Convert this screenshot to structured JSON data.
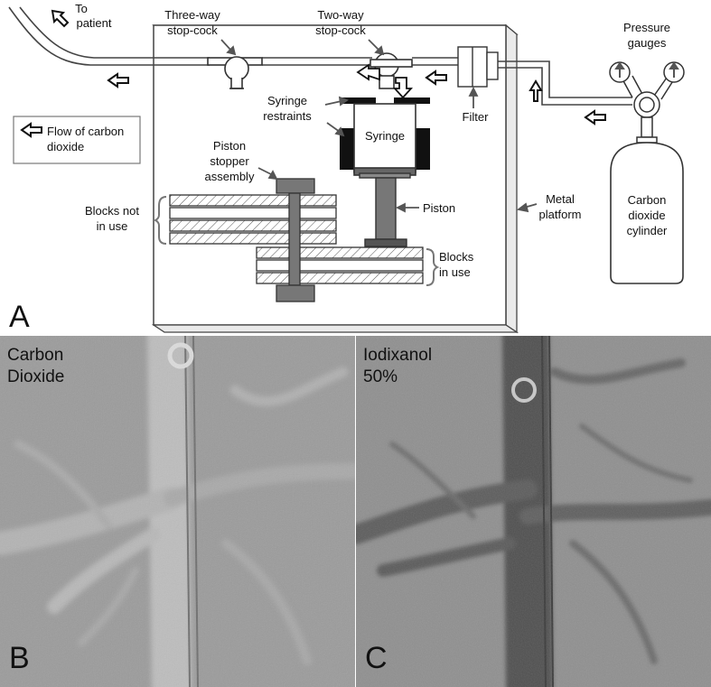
{
  "panel_a": {
    "letter": "A",
    "labels": {
      "to_patient_1": "To",
      "to_patient_2": "patient",
      "three_way_1": "Three-way",
      "three_way_2": "stop-cock",
      "two_way_1": "Two-way",
      "two_way_2": "stop-cock",
      "pressure_1": "Pressure",
      "pressure_2": "gauges",
      "flow_1": "Flow of carbon",
      "flow_2": "dioxide",
      "syringe_restraints_1": "Syringe",
      "syringe_restraints_2": "restraints",
      "syringe": "Syringe",
      "filter": "Filter",
      "piston_stopper_1": "Piston",
      "piston_stopper_2": "stopper",
      "piston_stopper_3": "assembly",
      "piston": "Piston",
      "metal_1": "Metal",
      "metal_2": "platform",
      "blocks_not_1": "Blocks not",
      "blocks_not_2": "in use",
      "blocks_in_1": "Blocks",
      "blocks_in_2": "in use",
      "cylinder_1": "Carbon",
      "cylinder_2": "dioxide",
      "cylinder_3": "cylinder"
    }
  },
  "panel_b": {
    "title": "Carbon\nDioxide",
    "letter": "B"
  },
  "panel_c": {
    "title": "Iodixanol\n50%",
    "letter": "C"
  },
  "colors": {
    "line": "#444444",
    "platform_fill": "#ffffff",
    "gray_block": "#777777",
    "xray_b": "#9a9a9a",
    "xray_c": "#8c8c8c"
  }
}
